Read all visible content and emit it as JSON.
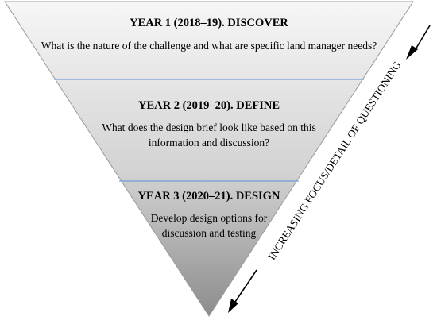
{
  "stages": [
    {
      "title": "YEAR 1 (2018–19). DISCOVER",
      "lines": [
        "What is the nature of the challenge and what are specific land manager needs?"
      ]
    },
    {
      "title": "YEAR 2 (2019–20). DEFINE",
      "lines": [
        "What does the design brief look like based on this",
        "information and discussion?"
      ]
    },
    {
      "title": "YEAR 3 (2020–21). DESIGN",
      "lines": [
        "Develop design options for",
        "discussion and testing"
      ]
    }
  ],
  "side_label": "INCREASING FOCUS/DETAIL OF QUESTIONING",
  "colors": {
    "gradient_top": "#f6f6f6",
    "gradient_bottom": "#8c8c8c",
    "divider": "#5b8fd4",
    "outline": "#9a9a9a",
    "arrow": "#000000"
  }
}
